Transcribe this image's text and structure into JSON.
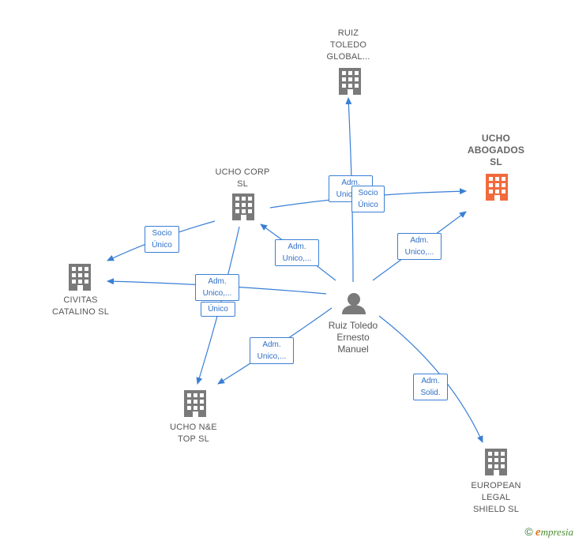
{
  "colors": {
    "edge": "#3a7fd5",
    "building": "#7a7a7a",
    "highlight": "#f26a3d",
    "person": "#7a7a7a"
  },
  "nodes": {
    "ruiz_global": "RUIZ\nTOLEDO\nGLOBAL...",
    "ucho_abogados": "UCHO\nABOGADOS\nSL",
    "ucho_corp": "UCHO CORP\nSL",
    "civitas": "CIVITAS\nCATALINO  SL",
    "ucho_ne": "UCHO N&E\nTOP  SL",
    "european": "EUROPEAN\nLEGAL\nSHIELD  SL",
    "person": "Ruiz Toledo\nErnesto\nManuel"
  },
  "edges": {
    "e1": "Adm.\nUnico,...",
    "e2": "Socio\nÚnico",
    "e3": "Adm.\nUnico,...",
    "e4": "Adm.\nUnico,...",
    "e5": "Socio\nÚnico",
    "e6": "Adm.\nUnico,...",
    "e6b": "Único",
    "e7": "Adm.\nUnico,...",
    "e8": "Adm.\nSolid."
  },
  "footer": {
    "copyright": "©",
    "brand_e": "e",
    "brand_rest": "mpresia"
  }
}
